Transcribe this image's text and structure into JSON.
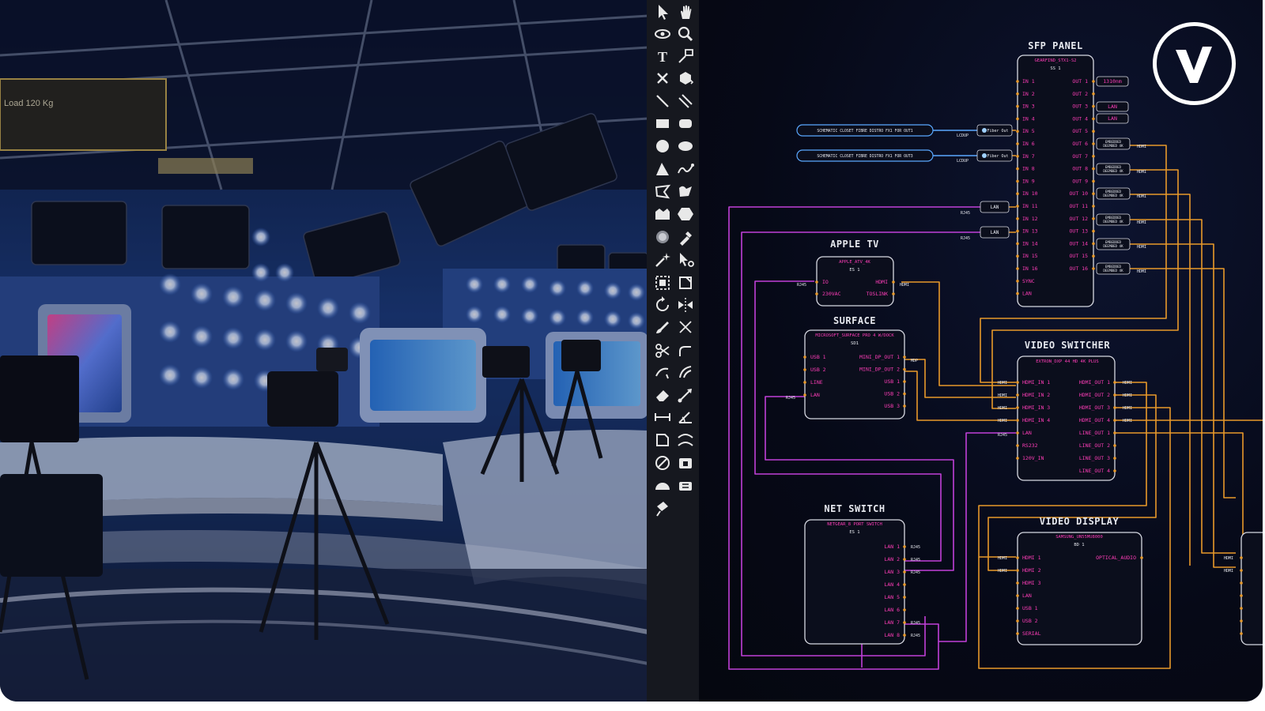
{
  "toolbar": {
    "tools": [
      "select-arrow",
      "pan-hand",
      "flyover",
      "zoom",
      "text",
      "callout",
      "close-x",
      "push-pull",
      "line",
      "double-line",
      "rectangle",
      "rounded-rectangle",
      "circle",
      "oval",
      "triangle",
      "freehand",
      "polygon",
      "polyline",
      "wall-shape",
      "hexagon",
      "disc",
      "eyedropper",
      "magic-wand",
      "reshape",
      "insert-symbol",
      "multi-reshape",
      "rotate",
      "mirror",
      "brush",
      "trim",
      "scissors",
      "fillet",
      "arc",
      "arc-two",
      "eraser",
      "move-by-points",
      "dimension",
      "angle-dimension",
      "page-shape",
      "double-arc",
      "no-symbol",
      "align",
      "half-circle",
      "stage-plug",
      "data-tag"
    ]
  },
  "schematic": {
    "devices": {
      "sfp": {
        "title": "SFP PANEL",
        "subtitle": "GEARFIND_STX1-S2",
        "id": "SS 1",
        "inputs": [
          "IN 1",
          "IN 2",
          "IN 3",
          "IN 4",
          "IN 5",
          "IN 6",
          "IN 7",
          "IN 8",
          "IN 9",
          "IN 10",
          "IN 11",
          "IN 12",
          "IN 13",
          "IN 14",
          "IN 15",
          "IN 16",
          "SYNC",
          "LAN"
        ],
        "outputs": [
          "OUT 1",
          "OUT 2",
          "OUT 3",
          "OUT 4",
          "OUT 5",
          "OUT 6",
          "OUT 7",
          "OUT 8",
          "OUT 9",
          "OUT 10",
          "OUT 11",
          "OUT 12",
          "OUT 13",
          "OUT 14",
          "OUT 15",
          "OUT 16"
        ]
      },
      "appletv": {
        "title": "APPLE TV",
        "subtitle": "APPLE_ATV_4K",
        "id": "ES 1",
        "inputs": [
          "IO",
          "230VAC"
        ],
        "outputs": [
          "HDMI",
          "TOSLINK"
        ]
      },
      "surface": {
        "title": "SURFACE",
        "subtitle": "MICROSOFT_SURFACE PRO 4 W/DOCK",
        "id": "SD1",
        "inputs": [
          "USB 1",
          "USB 2",
          "LINE",
          "LAN"
        ],
        "outputs": [
          "MINI_DP_OUT 1",
          "MINI_DP_OUT 2",
          "USB 1",
          "USB 2",
          "USB 3"
        ]
      },
      "switcher": {
        "title": "VIDEO SWITCHER",
        "subtitle": "EXTRON_DXP 44 HD 4K PLUS",
        "id": "",
        "inputs": [
          "HDMI_IN 1",
          "HDMI_IN 2",
          "HDMI_IN 3",
          "HDMI_IN 4",
          "LAN",
          "RS232",
          "120V_IN"
        ],
        "outputs": [
          "HDMI_OUT 1",
          "HDMI_OUT 2",
          "HDMI_OUT 3",
          "HDMI_OUT 4",
          "LINE_OUT 1",
          "LINE_OUT 2",
          "LINE_OUT 3",
          "LINE_OUT 4"
        ]
      },
      "netswitch": {
        "title": "NET SWITCH",
        "subtitle": "NETGEAR_8 PORT SWITCH",
        "id": "ES 1",
        "outputs": [
          "LAN 1",
          "LAN 2",
          "LAN 3",
          "LAN 4",
          "LAN 5",
          "LAN 6",
          "LAN 7",
          "LAN 8"
        ]
      },
      "display": {
        "title": "VIDEO DISPLAY",
        "subtitle": "SAMSUNG_UN55MU8000",
        "id": "BD 1",
        "inputs": [
          "HDMI 1",
          "HDMI 2",
          "HDMI 3",
          "LAN",
          "USB 1",
          "USB 2",
          "SERIAL"
        ],
        "outputs": [
          "OPTICAL_AUDIO"
        ]
      }
    },
    "sfp_out_labels": {
      "out1": "1310nm",
      "out3": "LAN",
      "out4": "LAN"
    },
    "bda_labels": [
      "EMBEDDED DEEMBED 4K",
      "EMBEDDED DEEMBED 4K",
      "EMBEDDED DEEMBED 4K",
      "EMBEDDED DEEMBED 4K",
      "EMBEDDED DEEMBED 4K",
      "EMBEDDED DEEMBED 4K"
    ],
    "bda_hdmi": "HDMI",
    "fibre_labels": [
      "SCHEMATIC CLOSET FIBRE DISTRO FX1 FOR OUT1",
      "SCHEMATIC CLOSET FIBRE DISTRO FX1 FOR OUT3"
    ],
    "fibre_conn": "LCDUP",
    "fiber_out": "Fiber Out",
    "lan_tag": "LAN",
    "rj45": "RJ45",
    "hdmi": "HDMI",
    "mdp": "MDP"
  },
  "brand": {
    "logo": "vectorworks-logo",
    "accent": "#ff3db8",
    "wire_orange": "#e8992a",
    "wire_purple": "#c040d8"
  }
}
